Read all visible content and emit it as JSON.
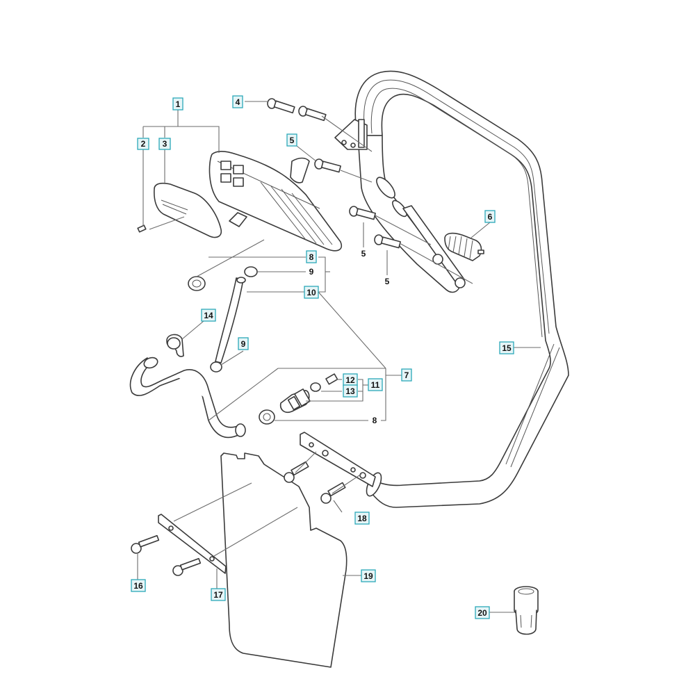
{
  "diagram": {
    "type": "exploded-parts-diagram",
    "accent_color": "#2aa8b8",
    "label_fill": "#e6f5f7",
    "line_color": "#3a3a3a",
    "boxed_labels": [
      {
        "id": "1",
        "text": "1",
        "part": "handle-guard-assembly"
      },
      {
        "id": "2",
        "text": "2",
        "part": "screw"
      },
      {
        "id": "3",
        "text": "3",
        "part": "hand-guard-cover"
      },
      {
        "id": "4",
        "text": "4",
        "part": "bolt"
      },
      {
        "id": "5a",
        "text": "5",
        "part": "screw"
      },
      {
        "id": "6",
        "text": "6",
        "part": "vibration-damper-spring"
      },
      {
        "id": "7",
        "text": "7",
        "part": "water-hose-kit"
      },
      {
        "id": "8a",
        "text": "8",
        "part": "grommet"
      },
      {
        "id": "9b",
        "text": "9",
        "part": "hose-clamp"
      },
      {
        "id": "10",
        "text": "10",
        "part": "hose"
      },
      {
        "id": "11",
        "text": "11",
        "part": "valve-assembly"
      },
      {
        "id": "12",
        "text": "12",
        "part": "valve-insert"
      },
      {
        "id": "13",
        "text": "13",
        "part": "o-ring"
      },
      {
        "id": "14",
        "text": "14",
        "part": "hose-clip"
      },
      {
        "id": "15",
        "text": "15",
        "part": "front-handle"
      },
      {
        "id": "16",
        "text": "16",
        "part": "screw"
      },
      {
        "id": "17",
        "text": "17",
        "part": "plate"
      },
      {
        "id": "18",
        "text": "18",
        "part": "screw"
      },
      {
        "id": "19",
        "text": "19",
        "part": "mud-flap"
      },
      {
        "id": "20",
        "text": "20",
        "part": "hose-coupling"
      }
    ],
    "plain_labels": [
      {
        "id": "5b",
        "text": "5"
      },
      {
        "id": "5c",
        "text": "5"
      },
      {
        "id": "9a",
        "text": "9"
      },
      {
        "id": "8b",
        "text": "8"
      }
    ]
  }
}
